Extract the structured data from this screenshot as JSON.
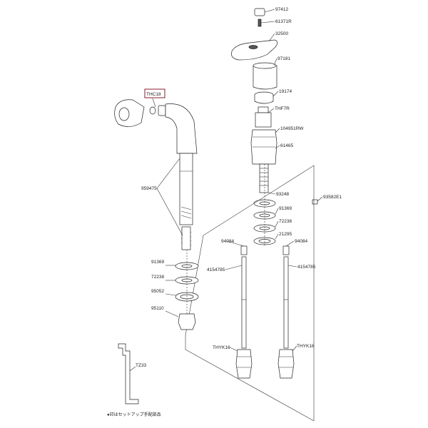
{
  "labels": {
    "p97412": "97412",
    "p61371r": "61371R",
    "p32500": "32500",
    "p97181": "97181",
    "p19174": "19174",
    "thf7r": "THF7R",
    "p104951rw": "104951RW",
    "p61465": "61465",
    "p93248": "93248",
    "p91369_right": "91369",
    "p72238_right": "72238",
    "p21295": "21295",
    "p93582e1": "93582E1",
    "p94084_left": "94084",
    "p94084_right": "94084",
    "p4154785_left": "4154785",
    "p4154785_right": "4154785",
    "thyk16_left": "THYK16",
    "thyk16_right": "THYK16",
    "thc18": "THC18",
    "p959475": "959475",
    "p91369_left": "91369",
    "p72238_left": "72238",
    "p95052": "95052",
    "p95110": "95110",
    "tz33": "TZ33"
  },
  "footnote": "●印はセットアップ手配部品",
  "colors": {
    "line": "#333333",
    "highlight": "#8a1d2e"
  }
}
